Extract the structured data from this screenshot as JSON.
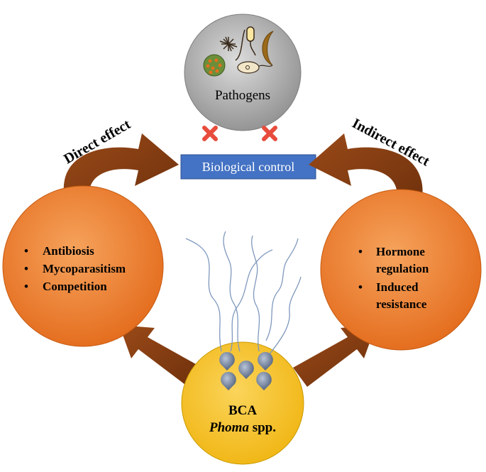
{
  "pathogens": {
    "label": "Pathogens"
  },
  "control": {
    "label": "Biological control"
  },
  "effects": {
    "direct": "Direct effect",
    "indirect": "Indirect effect"
  },
  "left_circle": {
    "items": [
      "Antibiosis",
      "Mycoparasitism",
      "Competition"
    ]
  },
  "right_circle": {
    "items": [
      [
        "Hormone",
        "regulation"
      ],
      [
        "Induced",
        "resistance"
      ]
    ]
  },
  "bca": {
    "line1": "BCA",
    "line2_italic": "Phoma",
    "line2_rest": " spp."
  },
  "colors": {
    "orange": "#ee7a2c",
    "orange_edge": "#c55a11",
    "yellow": "#f7c21d",
    "blue": "#4472c4",
    "arrow": "#8b3e11",
    "cross": "#e74c3c",
    "grey": "#a6a6a6"
  },
  "icons": [
    "microbe-spiky-icon",
    "spore-cluster-icon",
    "hypha-icon",
    "crescent-spore-icon",
    "oval-cell-icon",
    "cross-icon",
    "hyphae-icon",
    "spore-bulb-icon"
  ]
}
